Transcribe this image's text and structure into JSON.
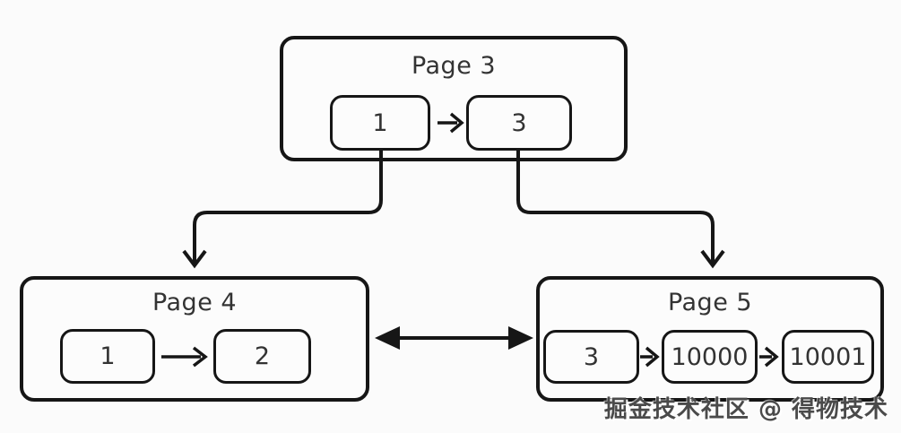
{
  "diagram": {
    "pages": [
      {
        "label": "Page 3",
        "cells": [
          "1",
          "3"
        ]
      },
      {
        "label": "Page 4",
        "cells": [
          "1",
          "2"
        ]
      },
      {
        "label": "Page 5",
        "cells": [
          "3",
          "10000",
          "10001"
        ]
      }
    ],
    "edges": [
      {
        "from": "Page 3 cell 1",
        "to": "Page 4",
        "style": "elbow-down-arrow"
      },
      {
        "from": "Page 3 cell 3",
        "to": "Page 5",
        "style": "elbow-down-arrow"
      },
      {
        "from": "Page 3 cell 1",
        "to": "Page 3 cell 3",
        "style": "right-arrow"
      },
      {
        "from": "Page 4 cell 1",
        "to": "Page 4 cell 2",
        "style": "right-arrow"
      },
      {
        "from": "Page 5 cell 3",
        "to": "Page 5 cell 10000",
        "style": "right-arrow"
      },
      {
        "from": "Page 5 cell 10000",
        "to": "Page 5 cell 10001",
        "style": "right-arrow"
      },
      {
        "from": "Page 4",
        "to": "Page 5",
        "style": "double-headed-arrow"
      }
    ],
    "watermark": "掘金技术社区 @ 得物技术",
    "colors": {
      "stroke": "#161616",
      "text": "#333333",
      "background": "#fbfbfb",
      "watermark": "#4a4a4a"
    }
  }
}
